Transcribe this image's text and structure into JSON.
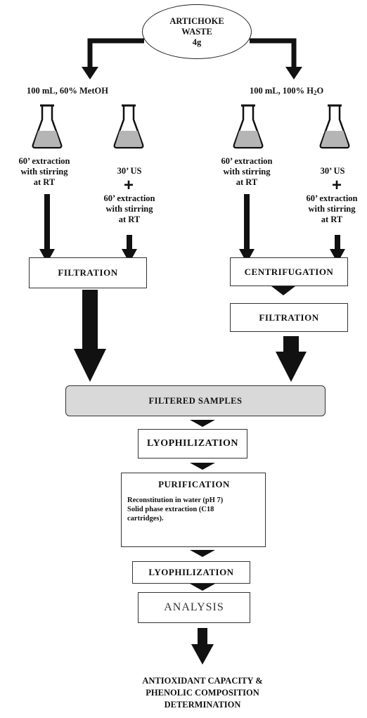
{
  "start": "ARTICHOKE\nWASTE\n4g",
  "left_solvent": "100 mL, 60% MetOH",
  "right_solvent_main": "100 mL, 100% H",
  "right_solvent_sub": "2",
  "right_solvent_tail": "O",
  "step_a": "60’ extraction\nwith stirring\nat RT",
  "step_b_top": "30’ US",
  "step_b_plus": "+",
  "step_b_bottom": "60’ extraction\nwith stirring\nat RT",
  "filtration_left": "FILTRATION",
  "centrifugation": "CENTRIFUGATION",
  "filtration_right": "FILTRATION",
  "filtered_samples": "FILTERED SAMPLES",
  "lyophilization_1": "LYOPHILIZATION",
  "purification_title": "PURIFICATION",
  "purification_body": "Reconstitution in water (pH 7)\nSolid phase extraction (C18\ncartridges).",
  "lyophilization_2": "LYOPHILIZATION",
  "analysis": "ANALYSIS",
  "result": "ANTIOXIDANT CAPACITY &\nPHENOLIC COMPOSITION\nDETERMINATION",
  "colors": {
    "ink": "#111111",
    "flask_fill": "#b5b5b5",
    "band": "#d9d9d9"
  }
}
